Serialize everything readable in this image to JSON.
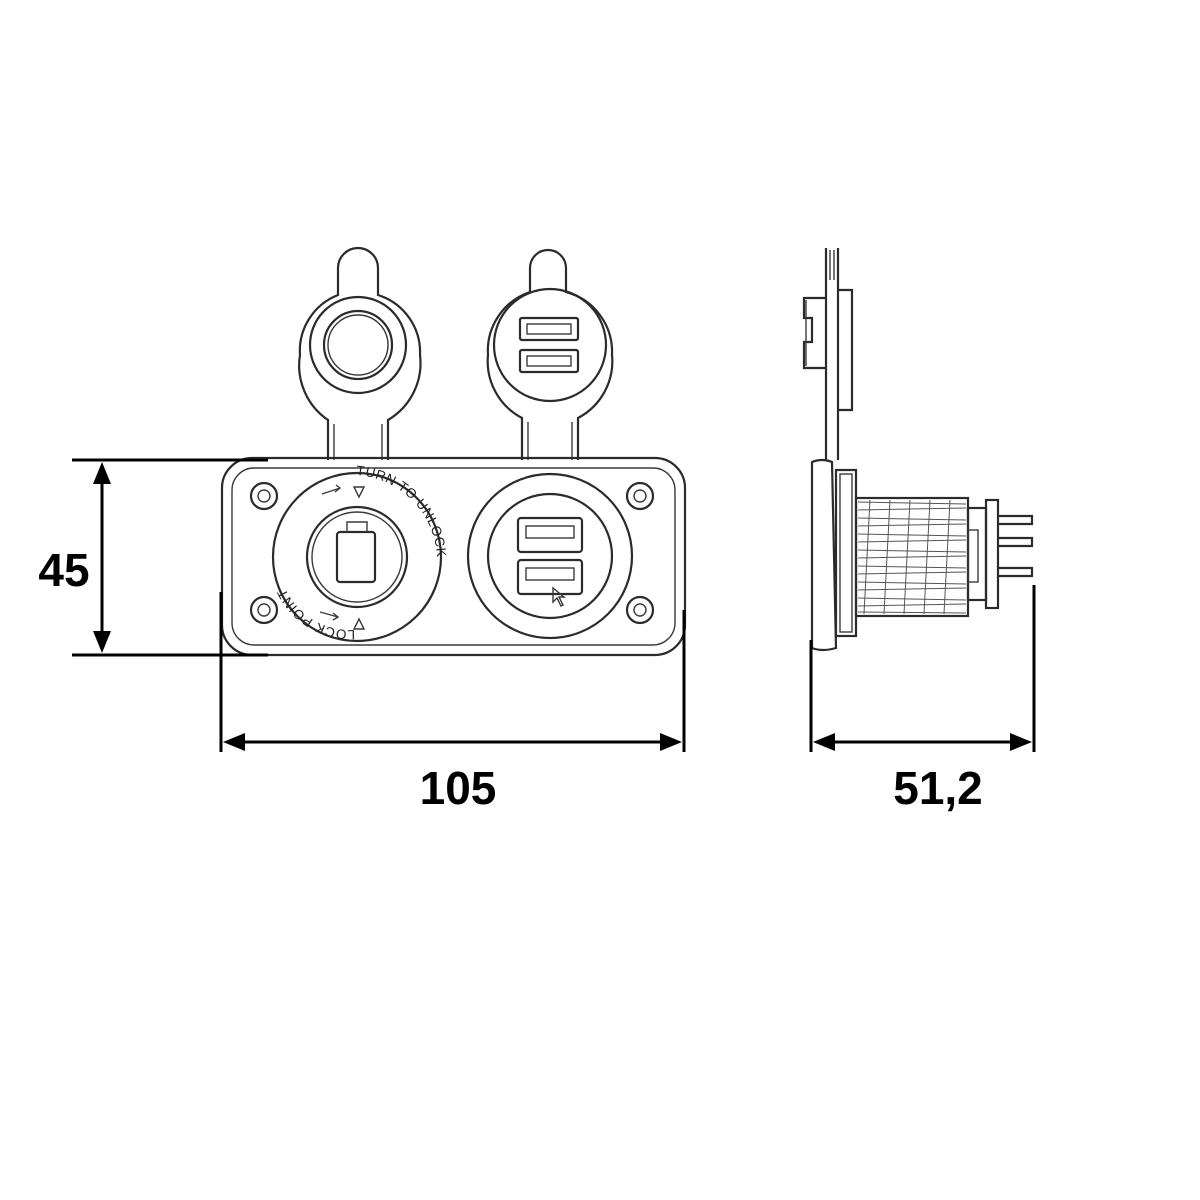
{
  "dimensions": {
    "height": "45",
    "width": "105",
    "depth": "51,2"
  },
  "ring_labels": {
    "turn_to_unlock": "TURN TO UNLOCK",
    "lock_point": "LOCK POINT"
  }
}
